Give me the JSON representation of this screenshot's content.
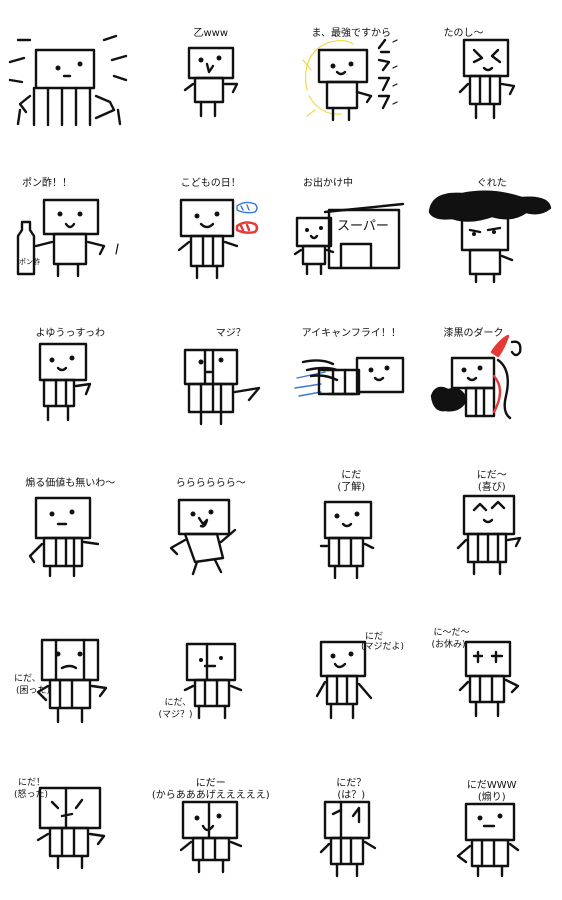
{
  "stickers": [
    {
      "caption": ""
    },
    {
      "caption": "乙www"
    },
    {
      "caption": "ま、最強ですから",
      "deco_text": "ゴゴゴ"
    },
    {
      "caption": "たのし～"
    },
    {
      "caption": "ポン酢！！",
      "bottle_label": "ポン酢"
    },
    {
      "caption": "こどもの日！"
    },
    {
      "caption": "お出かけ中",
      "sign_text": "スーパー"
    },
    {
      "caption": "ぐれた"
    },
    {
      "caption": "よゆうっすっわ"
    },
    {
      "caption": "マジ？"
    },
    {
      "caption": "アイキャンフライ！！"
    },
    {
      "caption": "漆黒のダーク"
    },
    {
      "caption": "煽る価値も無いわ～"
    },
    {
      "caption": "らららららら～"
    },
    {
      "caption": "にだ",
      "sub": "(了解)"
    },
    {
      "caption": "にだ～",
      "sub": "(喜び)"
    },
    {
      "caption": "にだ、",
      "sub": "(困った)"
    },
    {
      "caption": "にだ、",
      "sub": "(マジ？)"
    },
    {
      "caption": "にだ",
      "sub": "(マジだよ)"
    },
    {
      "caption": "に～だ～",
      "sub": "(お休み)"
    },
    {
      "caption": "にだ！",
      "sub": "(怒った)"
    },
    {
      "caption": "にだー",
      "sub": "(からあああげえええええ)"
    },
    {
      "caption": "にだ？",
      "sub": "(は？)"
    },
    {
      "caption": "にだWWW",
      "sub": "(煽り)"
    }
  ]
}
